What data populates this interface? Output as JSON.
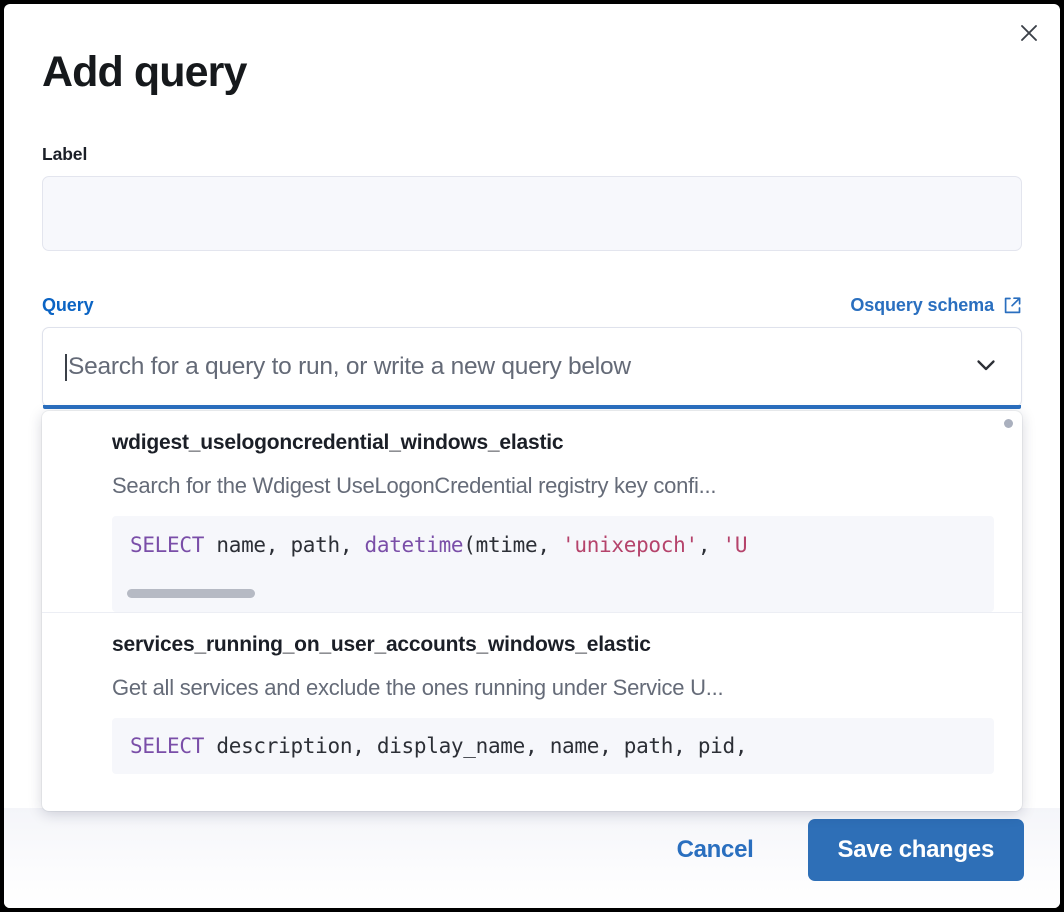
{
  "dialog": {
    "title": "Add query",
    "close_icon": "close-icon"
  },
  "label_field": {
    "label": "Label",
    "value": "",
    "placeholder": ""
  },
  "query_field": {
    "label": "Query",
    "schema_link": {
      "text": "Osquery schema",
      "icon": "external-link-icon"
    },
    "combo": {
      "placeholder": "Search for a query to run, or write a new query below",
      "value": "",
      "chevron_icon": "chevron-down-icon"
    }
  },
  "dropdown": {
    "items": [
      {
        "title": "wdigest_uselogoncredential_windows_elastic",
        "description": "Search for the Wdigest UseLogonCredential registry key confi...",
        "code_tokens": [
          {
            "t": "SELECT",
            "c": "kw"
          },
          {
            "t": " ",
            "c": "p"
          },
          {
            "t": "name",
            "c": "id"
          },
          {
            "t": ", ",
            "c": "p"
          },
          {
            "t": "path",
            "c": "id"
          },
          {
            "t": ", ",
            "c": "p"
          },
          {
            "t": "datetime",
            "c": "fn"
          },
          {
            "t": "(",
            "c": "p"
          },
          {
            "t": "mtime",
            "c": "id"
          },
          {
            "t": ", ",
            "c": "p"
          },
          {
            "t": "'unixepoch'",
            "c": "str"
          },
          {
            "t": ", ",
            "c": "p"
          },
          {
            "t": "'U",
            "c": "str"
          }
        ],
        "has_hscroll": true
      },
      {
        "title": "services_running_on_user_accounts_windows_elastic",
        "description": "Get all services and exclude the ones running under Service U...",
        "code_tokens": [
          {
            "t": "SELECT",
            "c": "kw"
          },
          {
            "t": " ",
            "c": "p"
          },
          {
            "t": "description",
            "c": "id"
          },
          {
            "t": ", ",
            "c": "p"
          },
          {
            "t": "display_name",
            "c": "id"
          },
          {
            "t": ", ",
            "c": "p"
          },
          {
            "t": "name",
            "c": "id"
          },
          {
            "t": ", ",
            "c": "p"
          },
          {
            "t": "path",
            "c": "id"
          },
          {
            "t": ", ",
            "c": "p"
          },
          {
            "t": "pid",
            "c": "id"
          },
          {
            "t": ",",
            "c": "p"
          }
        ],
        "has_hscroll": false
      }
    ]
  },
  "footer": {
    "cancel_label": "Cancel",
    "save_label": "Save changes"
  },
  "colors": {
    "accent_blue": "#2a6fbf",
    "save_button": "#2e6fb7",
    "keyword_purple": "#7a4ea8",
    "string_rose": "#b5436b"
  }
}
